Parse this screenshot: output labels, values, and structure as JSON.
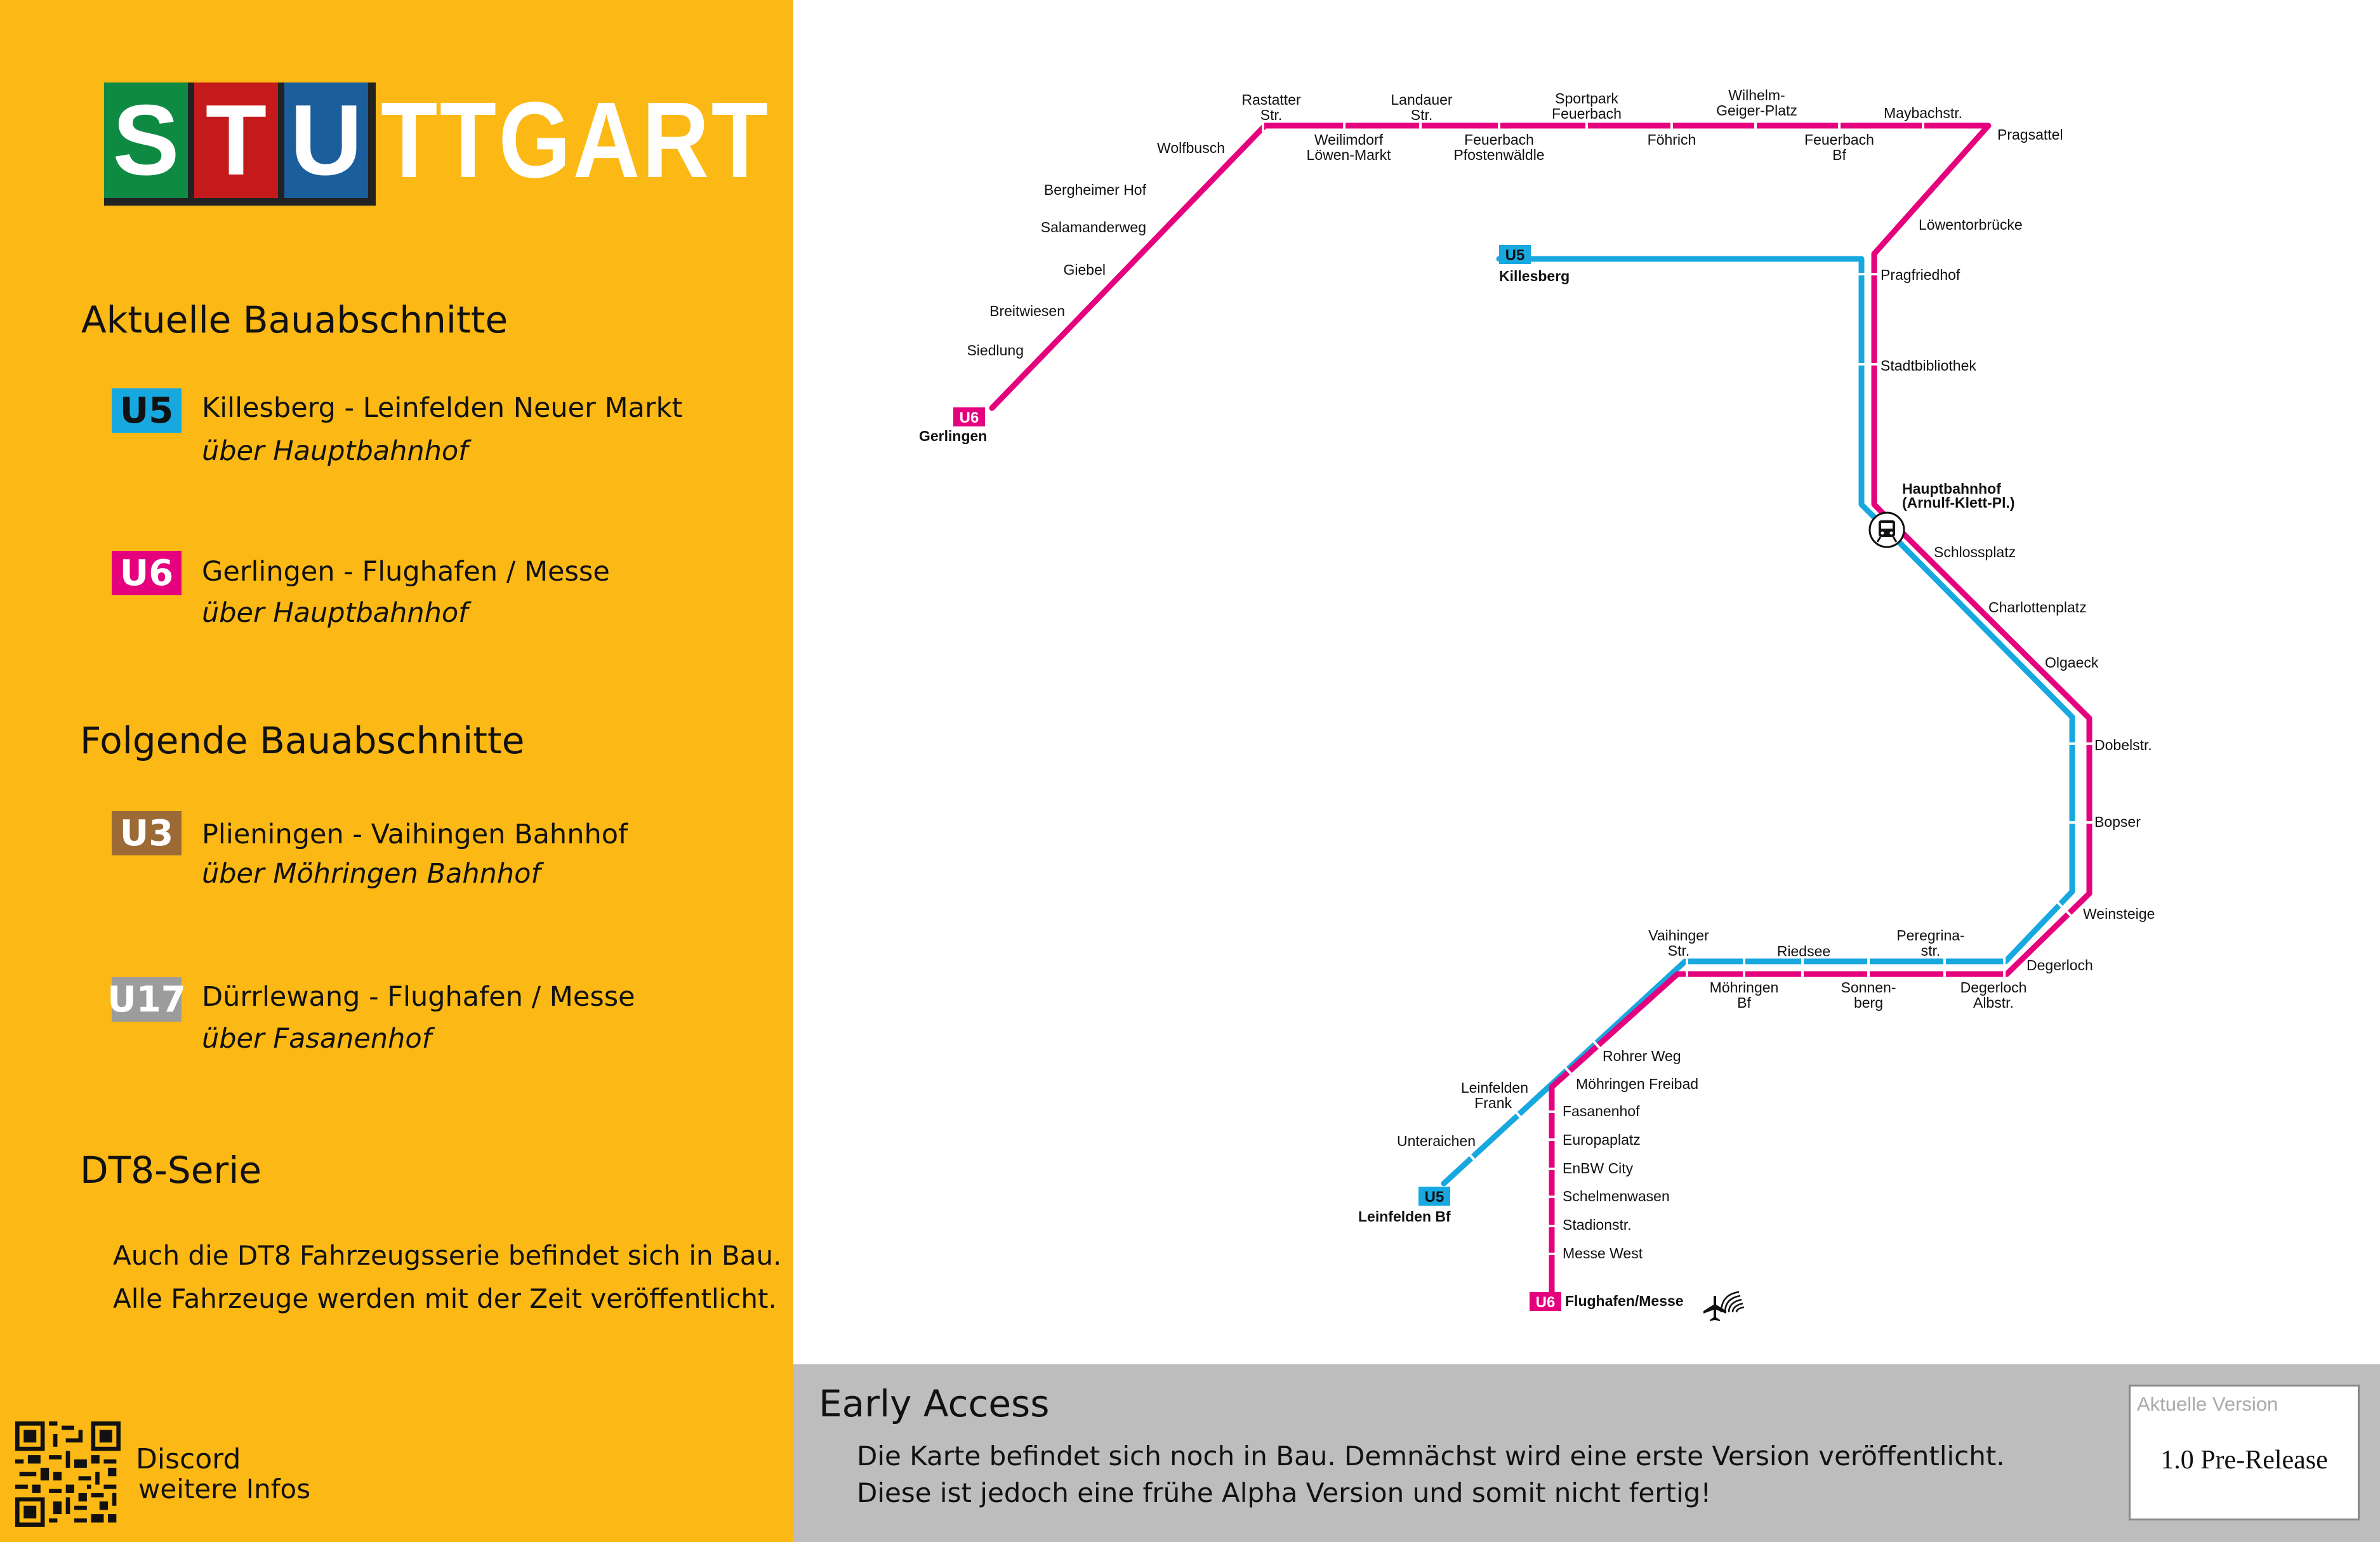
{
  "colors": {
    "sidebar_bg": "#fcb814",
    "u5": "#18a8e0",
    "u6": "#e5007d",
    "u3": "#9c6a35",
    "u17": "#9c9c9c",
    "logo_green": "#0f8a43",
    "logo_red": "#c41a1c",
    "logo_blue": "#1b5e9c",
    "footer_bg": "#bdbdbd"
  },
  "logo": {
    "letters": [
      "S",
      "T",
      "U"
    ],
    "rest": "TTGART"
  },
  "sections": {
    "current_title": "Aktuelle Bauabschnitte",
    "next_title": "Folgende Bauabschnitte",
    "dt8_title": "DT8-Serie"
  },
  "lines": {
    "u5": {
      "badge": "U5",
      "name": "Killesberg - Leinfelden Neuer Markt",
      "via": "über Hauptbahnhof"
    },
    "u6": {
      "badge": "U6",
      "name": "Gerlingen - Flughafen / Messe",
      "via": "über Hauptbahnhof"
    },
    "u3": {
      "badge": "U3",
      "name": "Plieningen - Vaihingen Bahnhof",
      "via": "über Möhringen Bahnhof"
    },
    "u17": {
      "badge": "U17",
      "name": "Dürrlewang - Flughafen / Messe",
      "via": "über Fasanenhof"
    }
  },
  "dt8": {
    "line1": "Auch die DT8 Fahrzeugsserie befindet sich in Bau.",
    "line2": "Alle Fahrzeuge werden mit der Zeit veröffentlicht."
  },
  "discord": {
    "label": "Discord",
    "sub": "weitere Infos",
    "qr_icon": "qr-code-icon"
  },
  "footer": {
    "title": "Early Access",
    "line1": "Die Karte befindet sich noch in Bau. Demnächst wird eine erste Version veröffentlicht.",
    "line2": "Diese ist jedoch eine frühe Alpha Version und somit nicht fertig!",
    "version_label": "Aktuelle Version",
    "version_value": "1.0 Pre-Release"
  },
  "map": {
    "termini": {
      "u6_gerlingen": "Gerlingen",
      "u5_killesberg": "Killesberg",
      "u5_leinfelden": "Leinfelden Bf",
      "u6_flughafen": "Flughafen/Messe"
    },
    "stations": {
      "rastatter": [
        "Rastatter",
        "Str."
      ],
      "weilimdorf": [
        "Weilimdorf",
        "Löwen-Markt"
      ],
      "landauer": [
        "Landauer",
        "Str."
      ],
      "pfostenwaeldle": [
        "Feuerbach",
        "Pfostenwäldle"
      ],
      "sportpark": [
        "Sportpark",
        "Feuerbach"
      ],
      "foehrich": [
        "Föhrich"
      ],
      "wilhelm_geiger": [
        "Wilhelm-",
        "Geiger-Platz"
      ],
      "feuerbach_bf": [
        "Feuerbach",
        "Bf"
      ],
      "maybach": [
        "Maybachstr."
      ],
      "pragsattel": [
        "Pragsattel"
      ],
      "wolfbusch": [
        "Wolfbusch"
      ],
      "bergheimer": [
        "Bergheimer Hof"
      ],
      "salamanderweg": [
        "Salamanderweg"
      ],
      "giebel": [
        "Giebel"
      ],
      "breitwiesen": [
        "Breitwiesen"
      ],
      "siedlung": [
        "Siedlung"
      ],
      "loewentor": [
        "Löwentorbrücke"
      ],
      "pragfriedhof": [
        "Pragfriedhof"
      ],
      "stadtbibliothek": [
        "Stadtbibliothek"
      ],
      "hbf": [
        "Hauptbahnhof",
        "(Arnulf-Klett-Pl.)"
      ],
      "schlossplatz": [
        "Schlossplatz"
      ],
      "charlottenplatz": [
        "Charlottenplatz"
      ],
      "olgaeck": [
        "Olgaeck"
      ],
      "dobelstr": [
        "Dobelstr."
      ],
      "bopser": [
        "Bopser"
      ],
      "weinsteige": [
        "Weinsteige"
      ],
      "degerloch": [
        "Degerloch"
      ],
      "degerloch_albstr": [
        "Degerloch",
        "Albstr."
      ],
      "peregrinastr": [
        "Peregrina-",
        "str."
      ],
      "sonnenberg": [
        "Sonnen-",
        "berg"
      ],
      "riedsee": [
        "Riedsee"
      ],
      "moehringen_bf": [
        "Möhringen",
        "Bf"
      ],
      "vaihinger_str": [
        "Vaihinger",
        "Str."
      ],
      "rohrer_weg": [
        "Rohrer Weg"
      ],
      "moehringen_freibad": [
        "Möhringen Freibad"
      ],
      "leinfelden_frank": [
        "Leinfelden",
        "Frank"
      ],
      "unteraichen": [
        "Unteraichen"
      ],
      "fasanenhof": [
        "Fasanenhof"
      ],
      "europaplatz": [
        "Europaplatz"
      ],
      "enbw_city": [
        "EnBW City"
      ],
      "schelmenwasen": [
        "Schelmenwasen"
      ],
      "stadionstr": [
        "Stadionstr."
      ],
      "messe_west": [
        "Messe West"
      ]
    },
    "icons": [
      "train-icon",
      "airplane-icon",
      "fair-icon"
    ]
  }
}
